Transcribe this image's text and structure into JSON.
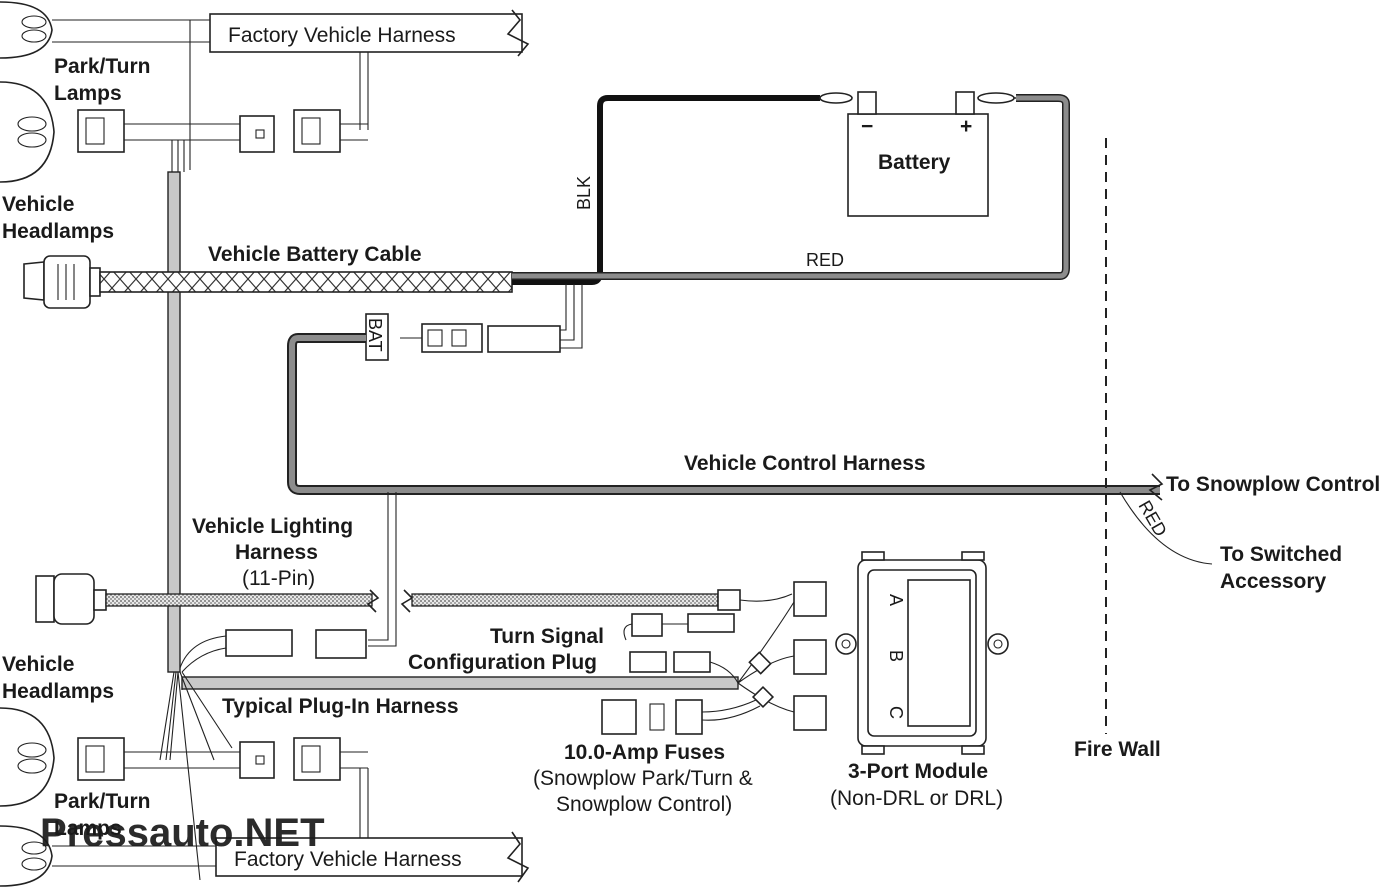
{
  "labels": {
    "factory_harness_top": "Factory Vehicle Harness",
    "factory_harness_bottom": "Factory Vehicle Harness",
    "park_turn_top_1": "Park/Turn",
    "park_turn_top_2": "Lamps",
    "park_turn_bottom_1": "Park/Turn",
    "park_turn_bottom_2": "Lamps",
    "headlamps_top_1": "Vehicle",
    "headlamps_top_2": "Headlamps",
    "headlamps_bottom_1": "Vehicle",
    "headlamps_bottom_2": "Headlamps",
    "battery_cable": "Vehicle Battery Cable",
    "battery": "Battery",
    "battery_minus": "−",
    "battery_plus": "+",
    "blk": "BLK",
    "red_top": "RED",
    "bat": "BAT",
    "control_harness": "Vehicle Control Harness",
    "to_snowplow": "To Snowplow Control",
    "red_diag": "RED",
    "to_switched_1": "To Switched",
    "to_switched_2": "Accessory",
    "lighting_harness_1": "Vehicle Lighting",
    "lighting_harness_2": "Harness",
    "lighting_harness_3": "(11-Pin)",
    "turn_signal_1": "Turn Signal",
    "turn_signal_2": "Configuration Plug",
    "plug_in_harness": "Typical Plug-In Harness",
    "fuses_1": "10.0-Amp Fuses",
    "fuses_2": "(Snowplow Park/Turn &",
    "fuses_3": "Snowplow Control)",
    "module_1": "3-Port Module",
    "module_2": "(Non-DRL or DRL)",
    "port_a": "A",
    "port_b": "B",
    "port_c": "C",
    "fire_wall": "Fire Wall",
    "watermark": "Pressauto.NET"
  },
  "colors": {
    "line": "#222222",
    "wire_gray": "#8c8c8c",
    "wire_light": "#c8c8c8",
    "wire_black": "#111111",
    "watermark": "#1f6f8f"
  }
}
